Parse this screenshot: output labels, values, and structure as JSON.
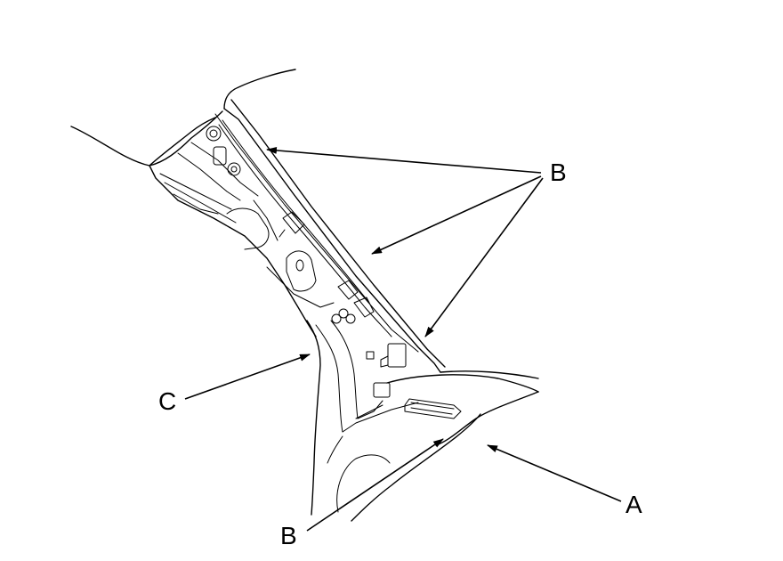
{
  "callouts": {
    "b_top": "B",
    "c_left": "C",
    "b_bottom": "B",
    "a_right": "A"
  },
  "colors": {
    "line": "#000000",
    "background": "#ffffff"
  }
}
